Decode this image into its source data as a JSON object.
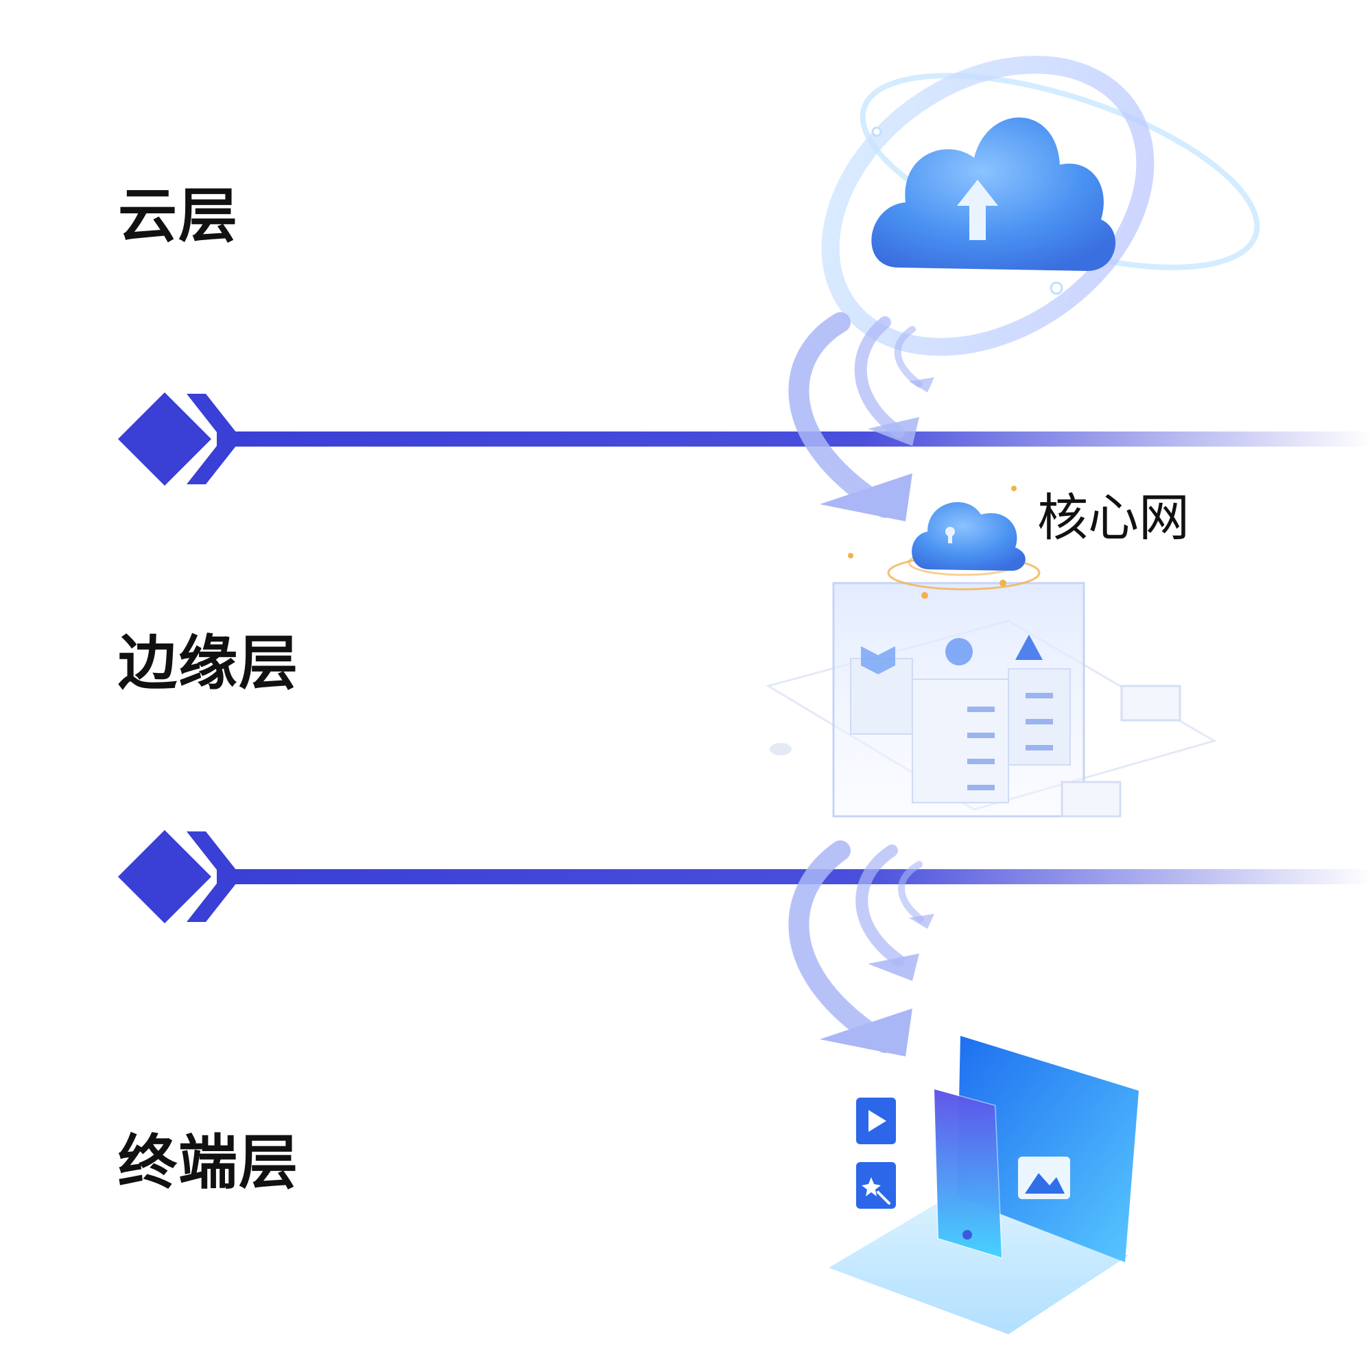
{
  "layers": {
    "cloud": "云层",
    "edge": "边缘层",
    "terminal": "终端层"
  },
  "core_network_label": "核心网",
  "colors": {
    "divider": "#3a3fd6",
    "divider_fade": "#8f93ee",
    "arrow": "#a9b7f6",
    "cloud_blue": "#3f8ef0",
    "device_blue": "#1e7df0",
    "glow": "#f1b24a"
  },
  "icons": [
    "cloud-upload-icon",
    "cloud-lock-icon",
    "server-cluster-icon",
    "laptop-icon",
    "phone-icon",
    "play-icon",
    "magic-wand-icon",
    "image-icon"
  ]
}
